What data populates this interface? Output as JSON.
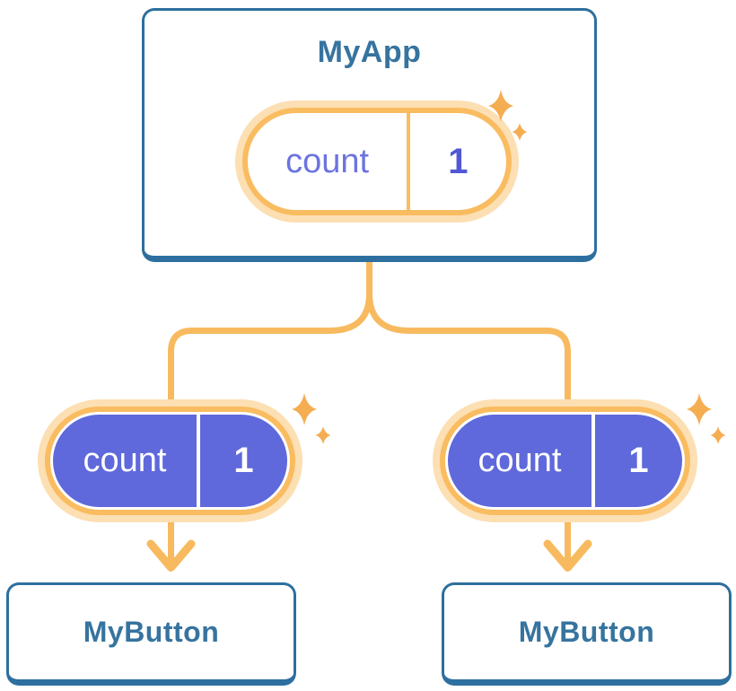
{
  "tree": {
    "root": {
      "name": "MyApp",
      "state_label": "count",
      "state_value": "1"
    },
    "children": [
      {
        "name": "MyButton",
        "state_label": "count",
        "state_value": "1"
      },
      {
        "name": "MyButton",
        "state_label": "count",
        "state_value": "1"
      }
    ]
  },
  "icons": {
    "sparkle": "sparkle-icon",
    "arrow": "arrow-down-icon"
  },
  "colors": {
    "card_border_blue": "#2D6F9E",
    "card_text_blue": "#36749F",
    "connector_orange": "#F8BA5F",
    "pill_ring_orange": "#F9BC60",
    "pill_halo_peach": "#FCDFB3",
    "pill_purple": "#5F69DB",
    "pill_text_purple": "#6B74DF",
    "pill_value_purple": "#5058D4",
    "sparkle_orange": "#F5AD52",
    "background": "#FFFFFF"
  }
}
